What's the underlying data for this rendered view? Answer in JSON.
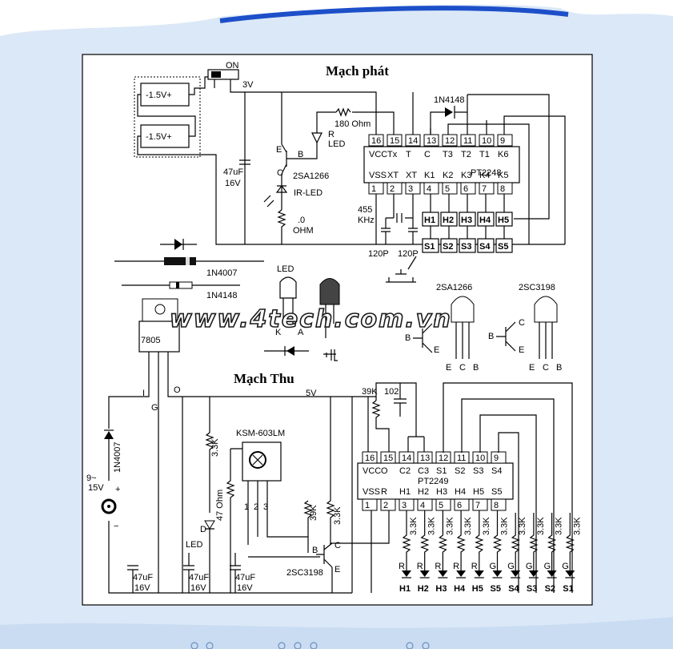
{
  "titles": {
    "transmitter": "Mạch phát",
    "receiver": "Mạch Thu"
  },
  "watermark": "www.4tech.com.vn",
  "transmitter": {
    "switch": "ON",
    "battery": "-1.5V+",
    "supply": "3V",
    "cap_value": "47uF",
    "cap_voltage": "16V",
    "ir_led": "IR-LED",
    "ohm_resistor": ".0",
    "ohm_unit": "OHM",
    "r_led_r": "R",
    "r_led_led": "LED",
    "r180": "180 Ohm",
    "transistor": "2SA1266",
    "diode": "1N4148",
    "chip": "PT2248",
    "xtal": "455",
    "xtal_unit": "KHz",
    "cap120a": "120P",
    "cap120b": "120P",
    "pin_top": [
      "16",
      "15",
      "14",
      "13",
      "12",
      "11",
      "10",
      "9"
    ],
    "pin_top_lbl": [
      "VCC",
      "Tx",
      "T",
      "C",
      "T3",
      "T2",
      "T1",
      "K6"
    ],
    "pin_bot": [
      "1",
      "2",
      "3",
      "4",
      "5",
      "6",
      "7",
      "8"
    ],
    "pin_bot_lbl": [
      "VSS",
      "XT",
      "XT",
      "K1",
      "K2",
      "K3",
      "K4",
      "K5"
    ],
    "keys_h": [
      "H1",
      "H2",
      "H3",
      "H4",
      "H5"
    ],
    "keys_s": [
      "S1",
      "S2",
      "S3",
      "S4",
      "S5"
    ]
  },
  "parts": {
    "d1": "1N4007",
    "d2": "1N4148",
    "reg": "7805",
    "led": "LED",
    "k": "K",
    "a": "A",
    "pnp": "2SA1266",
    "npn": "2SC3198",
    "pnp_pins": [
      "E",
      "C",
      "B"
    ],
    "npn_pins": [
      "E",
      "C",
      "B"
    ]
  },
  "receiver": {
    "pin_i": "I",
    "pin_g": "G",
    "pin_o": "O",
    "supply": "5V",
    "r39": "39K",
    "c102": "102",
    "input_v": "9~",
    "input_v2": "15V",
    "d_in": "1N4007",
    "ir_mod": "KSM-603LM",
    "ir_pins": [
      "1",
      "2",
      "3"
    ],
    "r33": "3.3K",
    "r47": "47 Ohm",
    "led_lbl": "LED",
    "r39b": "39K",
    "r33b": "3.3K",
    "npn": "2SC3198",
    "cap": "47uF",
    "cap_v": "16V",
    "chip": "PT2249",
    "pin_top": [
      "16",
      "15",
      "14",
      "13",
      "12",
      "11",
      "10",
      "9"
    ],
    "pin_top_lbl": [
      "VCC",
      "O",
      "C2",
      "C3",
      "S1",
      "S2",
      "S3",
      "S4"
    ],
    "pin_bot": [
      "1",
      "2",
      "3",
      "4",
      "5",
      "6",
      "7",
      "8"
    ],
    "pin_bot_lbl": [
      "VSS",
      "R",
      "H1",
      "H2",
      "H3",
      "H4",
      "H5",
      "S5"
    ],
    "res_out": "3.3K",
    "led_colors": [
      "R",
      "R",
      "R",
      "R",
      "R",
      "G",
      "G",
      "G",
      "G",
      "G"
    ],
    "outputs": [
      "H1",
      "H2",
      "H3",
      "H4",
      "H5",
      "S5",
      "S4",
      "S3",
      "S2",
      "S1"
    ]
  }
}
